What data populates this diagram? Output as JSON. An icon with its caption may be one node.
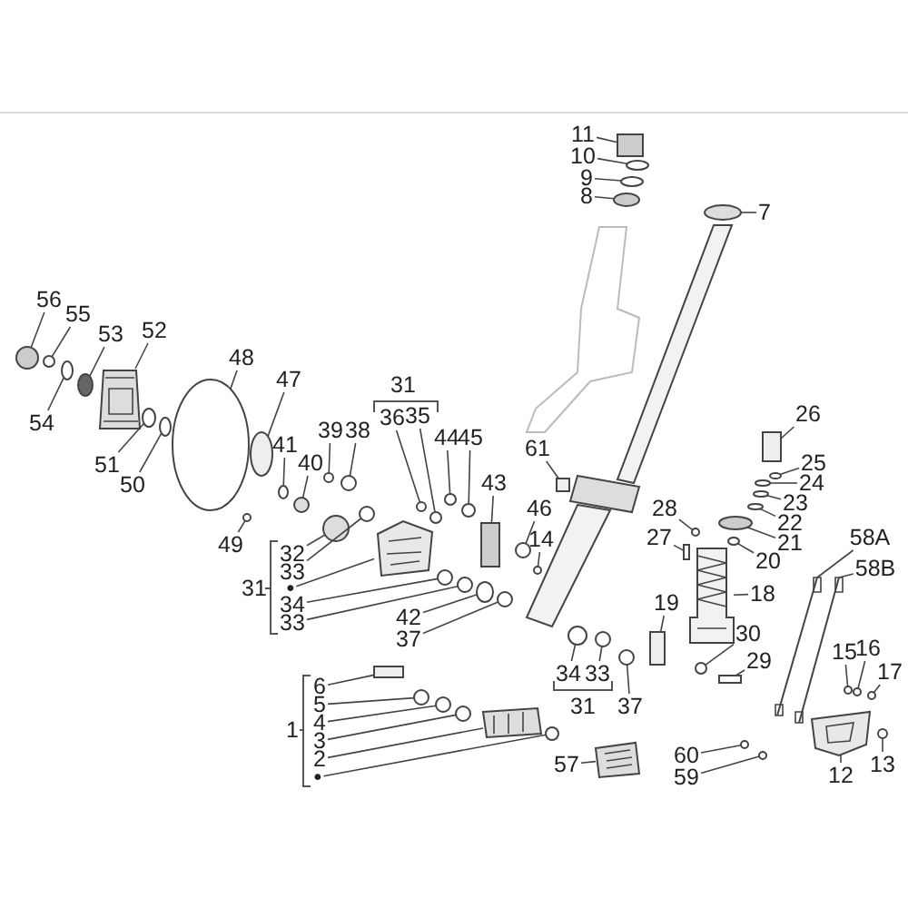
{
  "diagram": {
    "nodes": [
      {
        "text": [
          "56"
        ]
      },
      {
        "text": [
          "55"
        ]
      },
      {
        "text": [
          "53"
        ]
      },
      {
        "text": [
          "52"
        ]
      },
      {
        "text": [
          "54"
        ]
      },
      {
        "text": [
          "51"
        ]
      },
      {
        "text": [
          "50"
        ]
      },
      {
        "text": [
          "48"
        ]
      },
      {
        "text": [
          "47"
        ]
      },
      {
        "text": [
          "41"
        ]
      },
      {
        "text": [
          "40"
        ]
      },
      {
        "text": [
          "39"
        ]
      },
      {
        "text": [
          "38"
        ]
      },
      {
        "text": [
          "49"
        ]
      },
      {
        "text": [
          "36"
        ]
      },
      {
        "text": [
          "35"
        ]
      },
      {
        "text": [
          "44"
        ]
      },
      {
        "text": [
          "45"
        ]
      },
      {
        "text": [
          "43"
        ]
      },
      {
        "text": [
          "46"
        ]
      },
      {
        "text": [
          "61"
        ]
      },
      {
        "text": [
          "14"
        ]
      },
      {
        "text": [
          "32"
        ]
      },
      {
        "text": [
          "33"
        ]
      },
      {
        "text": [
          "•"
        ]
      },
      {
        "text": [
          "34"
        ]
      },
      {
        "text": [
          "33"
        ]
      },
      {
        "text": [
          "42"
        ]
      },
      {
        "text": [
          "37"
        ]
      },
      {
        "text": [
          "6"
        ]
      },
      {
        "text": [
          "5"
        ]
      },
      {
        "text": [
          "4"
        ]
      },
      {
        "text": [
          "3"
        ]
      },
      {
        "text": [
          "2"
        ]
      },
      {
        "text": [
          "•"
        ]
      },
      {
        "text": [
          "11"
        ]
      },
      {
        "text": [
          "10"
        ]
      },
      {
        "text": [
          "9"
        ]
      },
      {
        "text": [
          "8"
        ]
      },
      {
        "text": [
          "7"
        ]
      },
      {
        "text": [
          "26"
        ]
      },
      {
        "text": [
          "25"
        ]
      },
      {
        "text": [
          "24"
        ]
      },
      {
        "text": [
          "23"
        ]
      },
      {
        "text": [
          "22"
        ]
      },
      {
        "text": [
          "21"
        ]
      },
      {
        "text": [
          "20"
        ]
      },
      {
        "text": [
          "28"
        ]
      },
      {
        "text": [
          "27"
        ]
      },
      {
        "text": [
          "19"
        ]
      },
      {
        "text": [
          "18"
        ]
      },
      {
        "text": [
          "30"
        ]
      },
      {
        "text": [
          "29"
        ]
      },
      {
        "text": [
          "34"
        ]
      },
      {
        "text": [
          "33"
        ]
      },
      {
        "text": [
          "37"
        ]
      },
      {
        "text": [
          "57"
        ]
      },
      {
        "text": [
          "60"
        ]
      },
      {
        "text": [
          "59"
        ]
      },
      {
        "text": [
          "58A"
        ]
      },
      {
        "text": [
          "58B"
        ]
      },
      {
        "text": [
          "15"
        ]
      },
      {
        "text": [
          "16"
        ]
      },
      {
        "text": [
          "17"
        ]
      },
      {
        "text": [
          "12"
        ]
      },
      {
        "text": [
          "13"
        ]
      },
      {
        "text": [],
        "shape": "circle"
      },
      {
        "text": [],
        "shape": "circle"
      },
      {
        "text": [],
        "shape": "circle"
      },
      {
        "text": [],
        "shape": "picture"
      },
      {
        "text": [],
        "shape": "circle"
      },
      {
        "text": [],
        "shape": "circle"
      },
      {
        "text": [],
        "shape": "circle"
      },
      {
        "text": [],
        "shape": "circle"
      },
      {
        "text": [],
        "shape": "circle"
      },
      {
        "text": [],
        "shape": "circle"
      },
      {
        "text": [],
        "shape": "circle"
      },
      {
        "text": [],
        "shape": "circle"
      },
      {
        "text": [],
        "shape": "circle"
      },
      {
        "text": [],
        "shape": "circle"
      },
      {
        "text": [],
        "shape": "circle"
      },
      {
        "text": [],
        "shape": "circle"
      },
      {
        "text": [],
        "shape": "circle"
      },
      {
        "text": [],
        "shape": "circle"
      },
      {
        "text": [],
        "shape": "box"
      },
      {
        "text": [],
        "shape": "circle"
      },
      {
        "text": [],
        "shape": "box"
      },
      {
        "text": [],
        "shape": "circle"
      },
      {
        "text": [],
        "shape": "circle"
      },
      {
        "text": [],
        "shape": "circle"
      },
      {
        "text": [],
        "shape": "picture"
      },
      {
        "text": [],
        "shape": "circle"
      },
      {
        "text": [],
        "shape": "circle"
      },
      {
        "text": [],
        "shape": "circle"
      },
      {
        "text": [],
        "shape": "circle"
      },
      {
        "text": [],
        "shape": "box"
      },
      {
        "text": [],
        "shape": "circle"
      },
      {
        "text": [],
        "shape": "circle"
      },
      {
        "text": [],
        "shape": "circle"
      },
      {
        "text": [],
        "shape": "picture"
      },
      {
        "text": [],
        "shape": "circle"
      },
      {
        "text": [],
        "shape": "box"
      },
      {
        "text": [],
        "shape": "circle"
      },
      {
        "text": [],
        "shape": "circle"
      },
      {
        "text": [],
        "shape": "circle"
      },
      {
        "text": [],
        "shape": "circle"
      },
      {
        "text": [],
        "shape": "box"
      },
      {
        "text": [],
        "shape": "circle"
      },
      {
        "text": [],
        "shape": "circle"
      },
      {
        "text": [],
        "shape": "circle"
      },
      {
        "text": [],
        "shape": "circle"
      },
      {
        "text": [],
        "shape": "circle"
      },
      {
        "text": [],
        "shape": "circle"
      },
      {
        "text": [],
        "shape": "circle"
      },
      {
        "text": [],
        "shape": "box"
      },
      {
        "text": [],
        "shape": "box"
      },
      {
        "text": [],
        "shape": "picture"
      },
      {
        "text": [],
        "shape": "circle"
      },
      {
        "text": [],
        "shape": "box"
      },
      {
        "text": [],
        "shape": "circle"
      },
      {
        "text": [],
        "shape": "circle"
      },
      {
        "text": [],
        "shape": "circle"
      },
      {
        "text": [],
        "shape": "picture"
      },
      {
        "text": [],
        "shape": "circle"
      },
      {
        "text": [],
        "shape": "circle"
      },
      {
        "text": [],
        "shape": "picture"
      },
      {
        "text": [],
        "shape": "picture"
      },
      {
        "text": [],
        "shape": "circle"
      },
      {
        "text": [],
        "shape": "circle"
      },
      {
        "text": [],
        "shape": "circle"
      },
      {
        "text": [],
        "shape": "picture"
      },
      {
        "text": [],
        "shape": "circle"
      }
    ],
    "edges": [
      {
        "from": 0,
        "to": 66,
        "arrow": "none"
      },
      {
        "from": 1,
        "to": 67,
        "arrow": "none"
      },
      {
        "from": 2,
        "to": 68,
        "arrow": "none"
      },
      {
        "from": 3,
        "to": 69,
        "arrow": "none"
      },
      {
        "from": 4,
        "to": 70,
        "arrow": "none"
      },
      {
        "from": 5,
        "to": 71,
        "arrow": "none"
      },
      {
        "from": 6,
        "to": 72,
        "arrow": "none"
      },
      {
        "from": 7,
        "to": 73,
        "arrow": "none"
      },
      {
        "from": 8,
        "to": 74,
        "arrow": "none"
      },
      {
        "from": 9,
        "to": 75,
        "arrow": "none"
      },
      {
        "from": 10,
        "to": 76,
        "arrow": "none"
      },
      {
        "from": 11,
        "to": 77,
        "arrow": "none"
      },
      {
        "from": 12,
        "to": 78,
        "arrow": "none"
      },
      {
        "from": 13,
        "to": 79,
        "arrow": "none"
      },
      {
        "from": 14,
        "to": 80,
        "arrow": "none"
      },
      {
        "from": 15,
        "to": 81,
        "arrow": "none"
      },
      {
        "from": 16,
        "to": 82,
        "arrow": "none"
      },
      {
        "from": 17,
        "to": 83,
        "arrow": "none"
      },
      {
        "from": 18,
        "to": 84,
        "arrow": "none"
      },
      {
        "from": 19,
        "to": 85,
        "arrow": "none"
      },
      {
        "from": 20,
        "to": 86,
        "arrow": "none"
      },
      {
        "from": 21,
        "to": 87,
        "arrow": "none"
      },
      {
        "from": 22,
        "to": 88,
        "arrow": "none"
      },
      {
        "from": 23,
        "to": 89,
        "arrow": "none"
      },
      {
        "from": 24,
        "to": 90,
        "arrow": "none"
      },
      {
        "from": 25,
        "to": 91,
        "arrow": "none"
      },
      {
        "from": 26,
        "to": 92,
        "arrow": "none"
      },
      {
        "from": 27,
        "to": 93,
        "arrow": "none"
      },
      {
        "from": 28,
        "to": 94,
        "arrow": "none"
      },
      {
        "from": 29,
        "to": 95,
        "arrow": "none"
      },
      {
        "from": 30,
        "to": 96,
        "arrow": "none"
      },
      {
        "from": 31,
        "to": 97,
        "arrow": "none"
      },
      {
        "from": 32,
        "to": 98,
        "arrow": "none"
      },
      {
        "from": 33,
        "to": 99,
        "arrow": "none"
      },
      {
        "from": 34,
        "to": 100,
        "arrow": "none"
      },
      {
        "from": 35,
        "to": 101,
        "arrow": "none"
      },
      {
        "from": 36,
        "to": 102,
        "arrow": "none"
      },
      {
        "from": 37,
        "to": 103,
        "arrow": "none"
      },
      {
        "from": 38,
        "to": 104,
        "arrow": "none"
      },
      {
        "from": 39,
        "to": 105,
        "arrow": "none"
      },
      {
        "from": 40,
        "to": 106,
        "arrow": "none"
      },
      {
        "from": 41,
        "to": 107,
        "arrow": "none"
      },
      {
        "from": 42,
        "to": 108,
        "arrow": "none"
      },
      {
        "from": 43,
        "to": 109,
        "arrow": "none"
      },
      {
        "from": 44,
        "to": 110,
        "arrow": "none"
      },
      {
        "from": 45,
        "to": 111,
        "arrow": "none"
      },
      {
        "from": 46,
        "to": 112,
        "arrow": "none"
      },
      {
        "from": 47,
        "to": 113,
        "arrow": "none"
      },
      {
        "from": 48,
        "to": 114,
        "arrow": "none"
      },
      {
        "from": 49,
        "to": 115,
        "arrow": "none"
      },
      {
        "from": 50,
        "to": 116,
        "arrow": "none"
      },
      {
        "from": 51,
        "to": 117,
        "arrow": "none"
      },
      {
        "from": 52,
        "to": 118,
        "arrow": "none"
      },
      {
        "from": 53,
        "to": 119,
        "arrow": "none"
      },
      {
        "from": 54,
        "to": 120,
        "arrow": "none"
      },
      {
        "from": 55,
        "to": 121,
        "arrow": "none"
      },
      {
        "from": 56,
        "to": 122,
        "arrow": "none"
      },
      {
        "from": 57,
        "to": 123,
        "arrow": "none"
      },
      {
        "from": 58,
        "to": 124,
        "arrow": "none"
      },
      {
        "from": 59,
        "to": 125,
        "arrow": "none"
      },
      {
        "from": 60,
        "to": 126,
        "arrow": "none"
      },
      {
        "from": 61,
        "to": 127,
        "arrow": "none"
      },
      {
        "from": 62,
        "to": 128,
        "arrow": "none"
      },
      {
        "from": 63,
        "to": 129,
        "arrow": "none"
      },
      {
        "from": 64,
        "to": 130,
        "arrow": "none"
      },
      {
        "from": 65,
        "to": 131,
        "arrow": "none"
      }
    ],
    "labels": [
      "31",
      "31",
      "1",
      "31"
    ]
  }
}
